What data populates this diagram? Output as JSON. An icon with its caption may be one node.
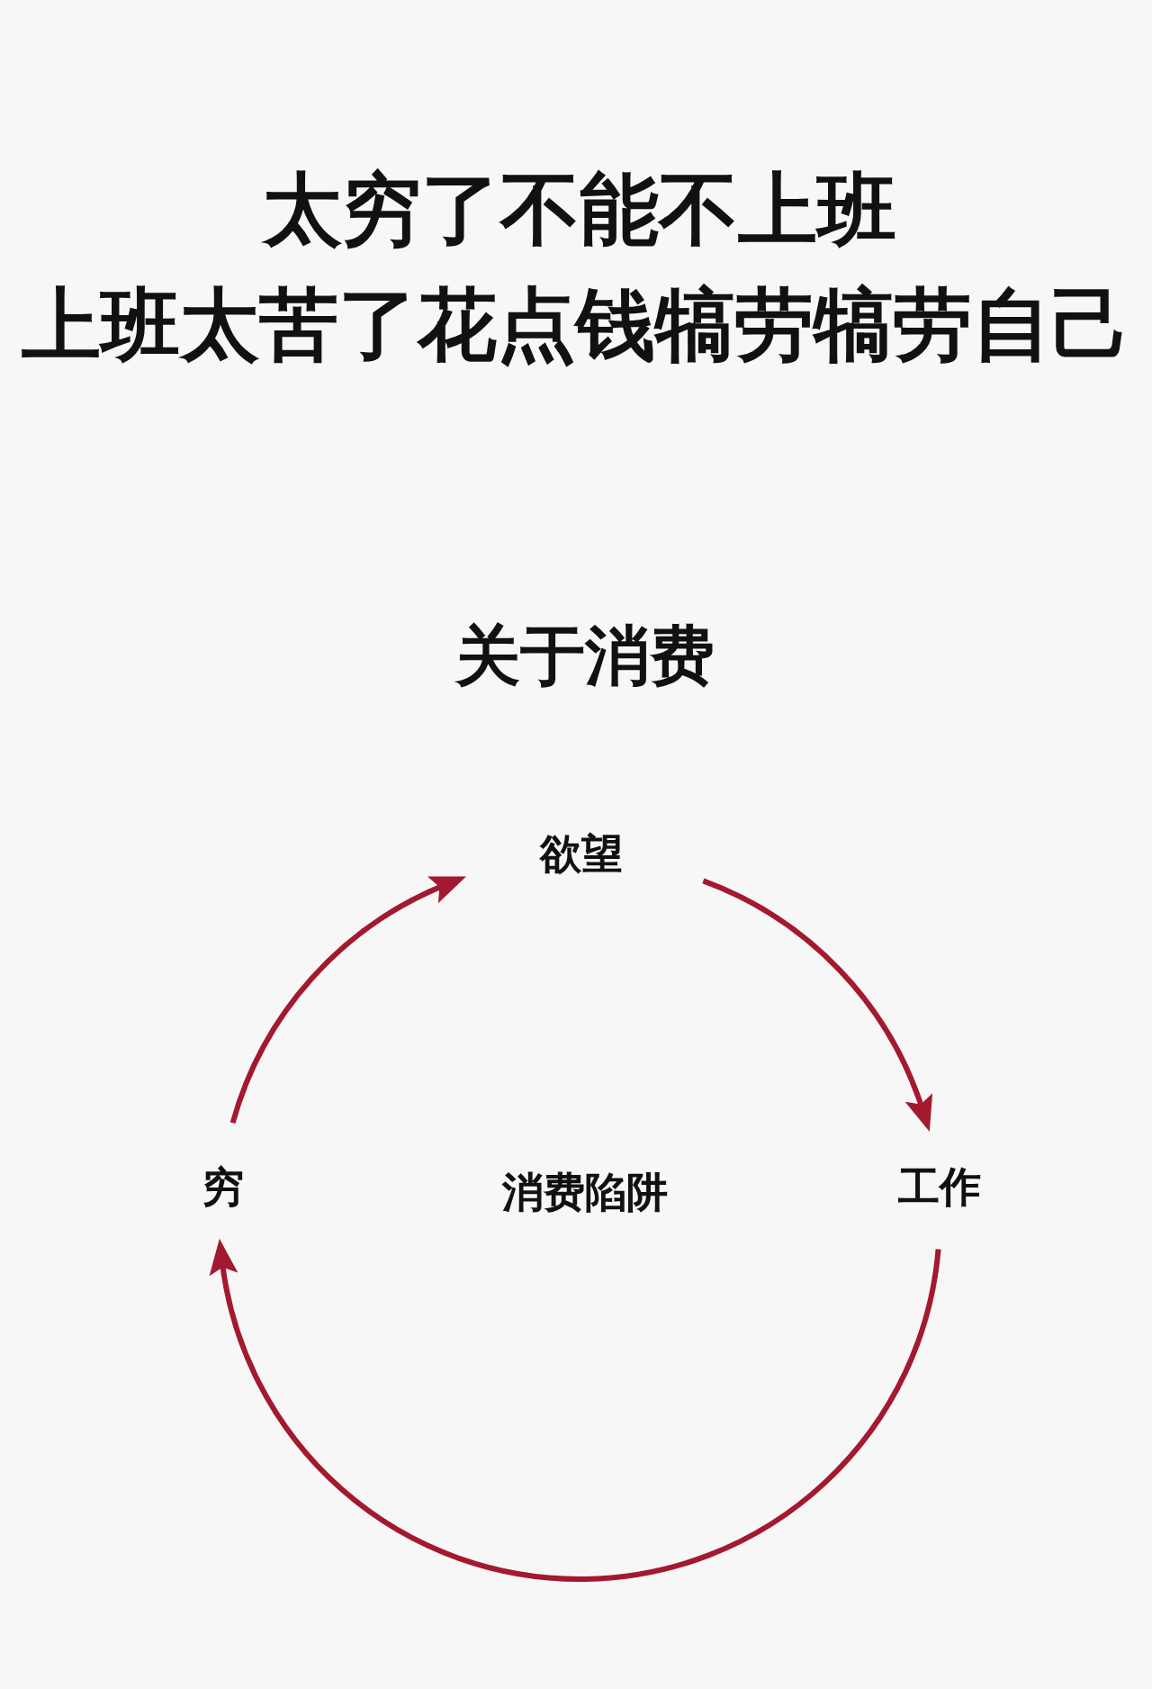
{
  "diagram": {
    "title": "关于消费",
    "nodes": [
      {
        "text": [
          "欲望"
        ]
      },
      {
        "text": [
          "工作"
        ]
      },
      {
        "text": [
          "穷"
        ]
      }
    ],
    "edges": [
      {
        "from": 2,
        "to": 0,
        "arrow": "to"
      },
      {
        "from": 0,
        "to": 1,
        "arrow": "to"
      },
      {
        "from": 1,
        "to": 2,
        "arrow": "to"
      }
    ],
    "labels": [
      "太穷了不能不上班",
      "上班太苦了花点钱犒劳犒劳自己",
      "消费陷阱"
    ]
  }
}
